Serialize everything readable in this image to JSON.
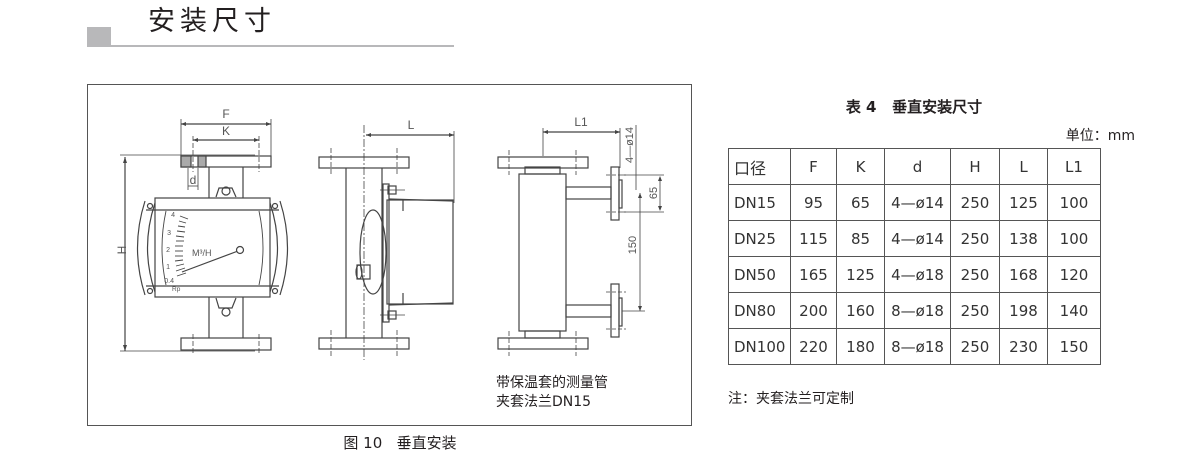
{
  "section": {
    "title": "安装尺寸"
  },
  "figure": {
    "caption": "图 10   垂直安装",
    "labels": {
      "F": "F",
      "K": "K",
      "d": "d",
      "H": "H",
      "L": "L",
      "L1": "L1",
      "bolt_spec": "4—ø14",
      "dim_65": "65",
      "dim_150": "150",
      "gauge_unit": "M³/H",
      "gauge_ticks": [
        "4",
        "3",
        "2",
        "1",
        "0.4"
      ],
      "gauge_rp": "Rp"
    },
    "note_lines": [
      "带保温套的测量管",
      "夹套法兰DN15"
    ]
  },
  "table": {
    "caption": "表 4   垂直安装尺寸",
    "unit": "单位：mm",
    "headers": [
      "口径",
      "F",
      "K",
      "d",
      "H",
      "L",
      "L1"
    ],
    "rows": [
      [
        "DN15",
        "95",
        "65",
        "4—ø14",
        "250",
        "125",
        "100"
      ],
      [
        "DN25",
        "115",
        "85",
        "4—ø14",
        "250",
        "138",
        "100"
      ],
      [
        "DN50",
        "165",
        "125",
        "4—ø18",
        "250",
        "168",
        "120"
      ],
      [
        "DN80",
        "200",
        "160",
        "8—ø18",
        "250",
        "198",
        "140"
      ],
      [
        "DN100",
        "220",
        "180",
        "8—ø18",
        "250",
        "230",
        "150"
      ]
    ],
    "note": "注：夹套法兰可定制"
  }
}
